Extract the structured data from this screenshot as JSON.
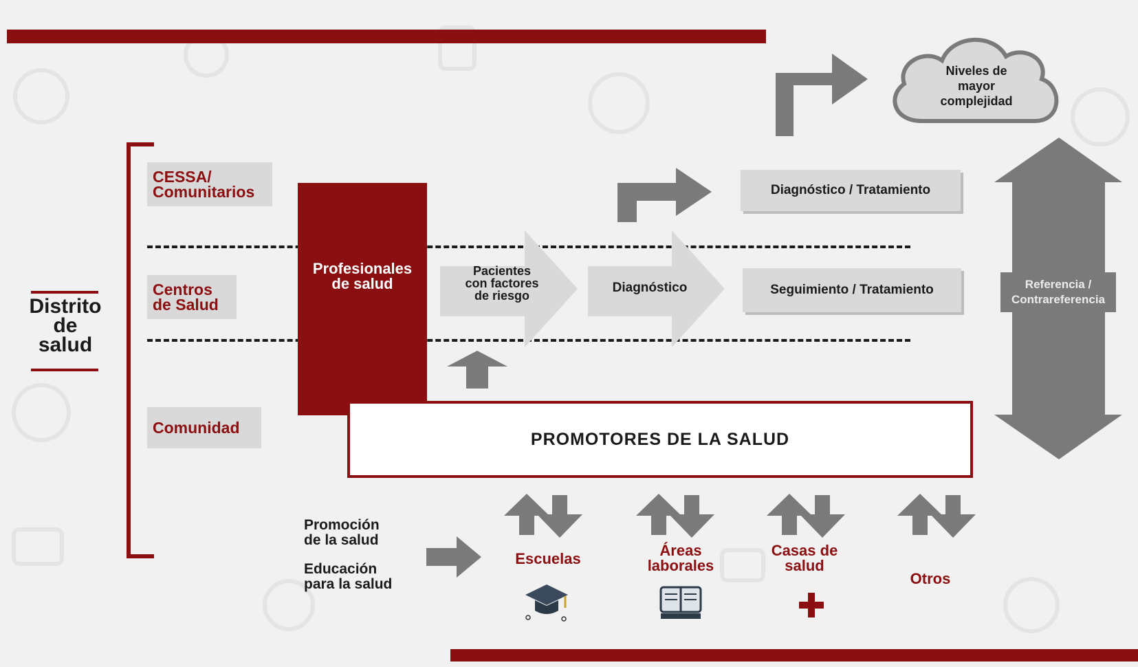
{
  "left": {
    "title_lines": [
      "Distrito",
      "de",
      "salud"
    ]
  },
  "levels": {
    "cessa_lines": [
      "CESSA/",
      "Comunitarios"
    ],
    "centros_lines": [
      "Centros",
      "de Salud"
    ],
    "comunidad": "Comunidad"
  },
  "profesionales_lines": [
    "Profesionales",
    "de salud"
  ],
  "flow": {
    "pacientes_lines": [
      "Pacientes",
      "con factores",
      "de riesgo"
    ],
    "diagnostico": "Diagnóstico",
    "diag_trat": "Diagnóstico / Tratamiento",
    "seg_trat": "Seguimiento / Tratamiento"
  },
  "cloud_lines": [
    "Niveles de",
    "mayor",
    "complejidad"
  ],
  "referencia_lines": [
    "Referencia /",
    "Contrareferencia"
  ],
  "promotores": "PROMOTORES DE LA SALUD",
  "actions": {
    "promocion_lines": [
      "Promoción",
      "de la salud"
    ],
    "educacion_lines": [
      "Educación",
      "para la salud"
    ]
  },
  "destinations": {
    "escuelas": "Escuelas",
    "areas_lines": [
      "Áreas",
      "laborales"
    ],
    "casas_lines": [
      "Casas de",
      "salud"
    ],
    "otros": "Otros"
  },
  "icons": [
    "graduation-cap-icon",
    "book-icon",
    "cross-icon"
  ],
  "colors": {
    "accent": "#8b0e10",
    "arrow": "#7a7a7a",
    "box": "#d9d9d9",
    "background": "#f1f1f1"
  }
}
